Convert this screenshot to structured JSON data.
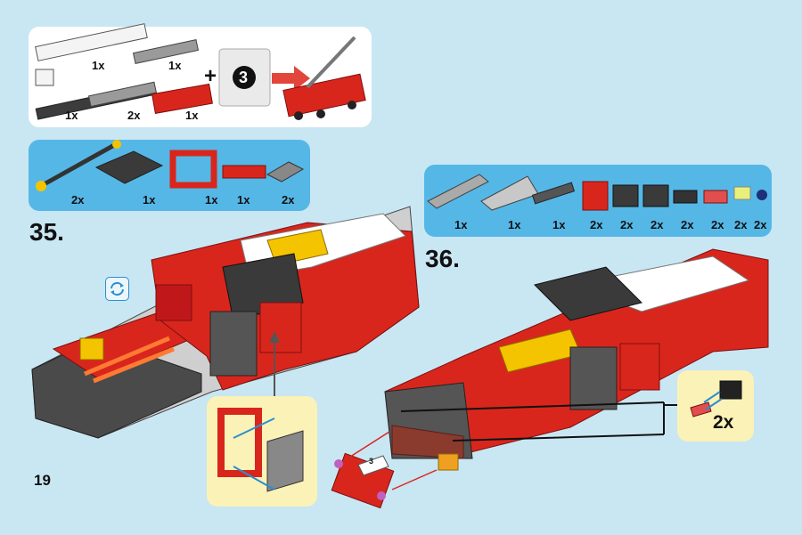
{
  "step_a": {
    "number": "35."
  },
  "step_b": {
    "number": "36."
  },
  "page": {
    "number": "19"
  },
  "top_panel": {
    "quantities": [
      "1x",
      "1x",
      "1x",
      "2x",
      "1x"
    ],
    "plus": "+",
    "bag_number": "3"
  },
  "parts_a": {
    "quantities": [
      "2x",
      "1x",
      "1x",
      "1x",
      "2x"
    ]
  },
  "parts_b": {
    "quantities": [
      "1x",
      "1x",
      "1x",
      "2x",
      "2x",
      "2x",
      "2x",
      "2x",
      "2x",
      "2x"
    ]
  },
  "sub_b": {
    "quantity": "2x"
  },
  "sticker": {
    "number": "3"
  },
  "icons": [
    "rotate-model-icon",
    "arrow-right-icon"
  ],
  "colors": {
    "background": "#c9e6f3",
    "parts_panel": "#55b7e6",
    "subassembly_panel": "#fbf2b7",
    "brick_red": "#d9261c",
    "brick_yellow": "#f5c400"
  }
}
